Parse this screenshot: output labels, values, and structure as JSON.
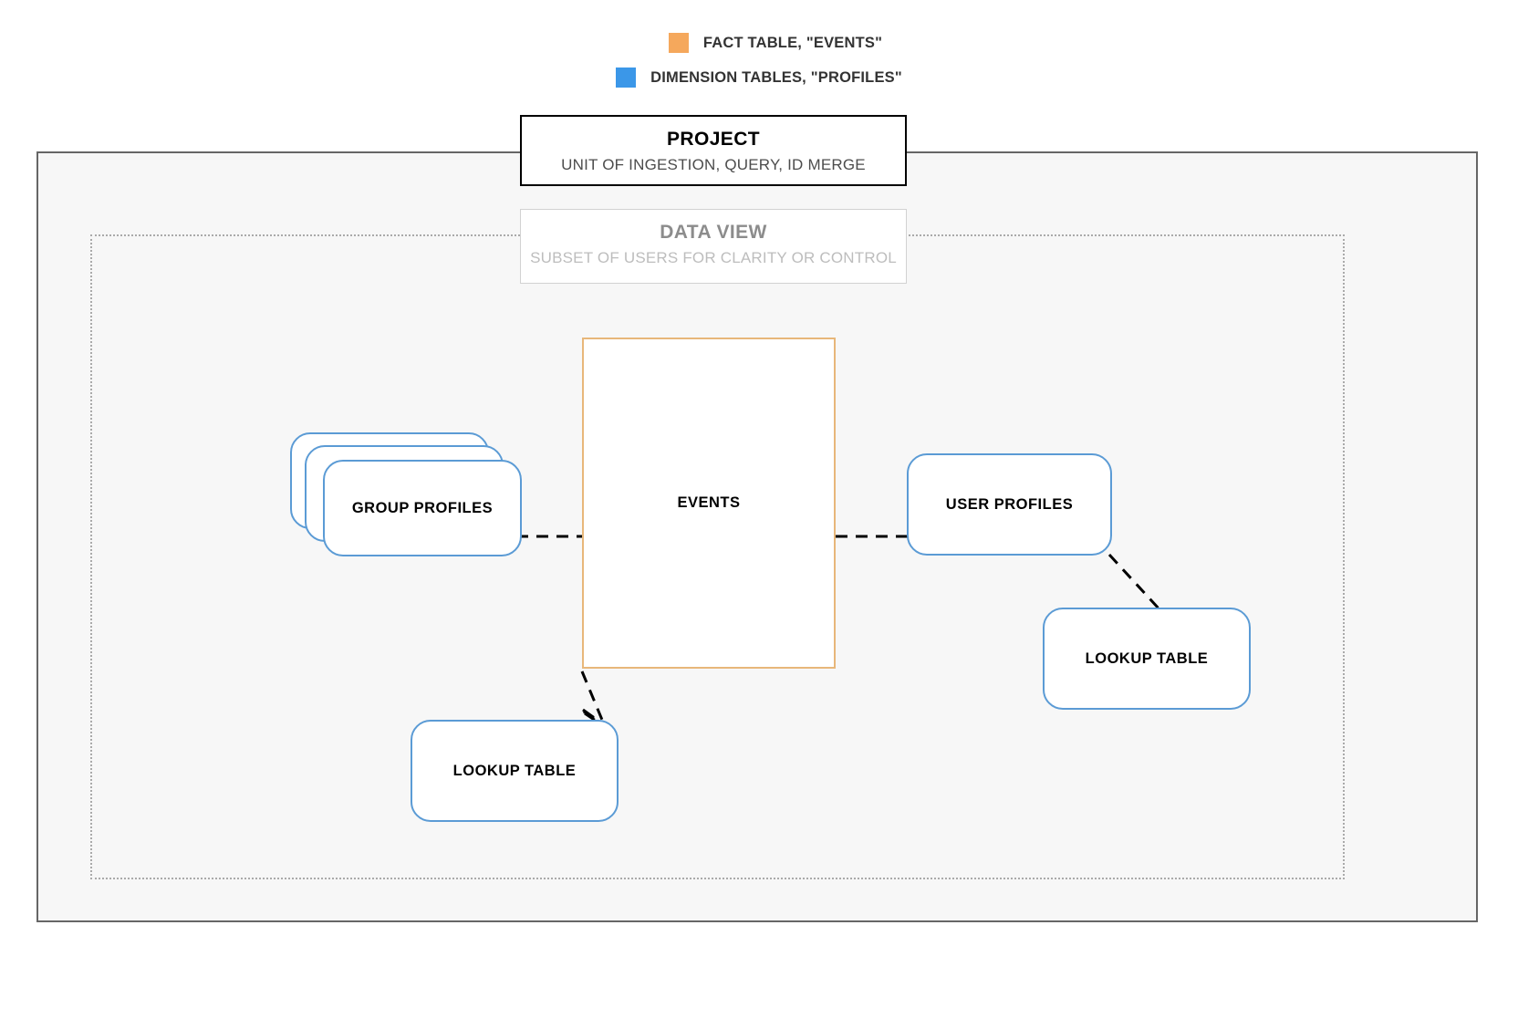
{
  "legend": {
    "items": [
      {
        "label": "FACT TABLE, \"EVENTS\"",
        "color": "#f5a85c",
        "swatch_name": "fact-table-swatch"
      },
      {
        "label": "DIMENSION TABLES, \"PROFILES\"",
        "color": "#3b97e8",
        "swatch_name": "dimension-tables-swatch"
      }
    ]
  },
  "project": {
    "title": "PROJECT",
    "subtitle": "UNIT OF INGESTION, QUERY, ID MERGE",
    "border_color": "#000000"
  },
  "data_view": {
    "title": "DATA VIEW",
    "subtitle": "SUBSET OF USERS FOR CLARITY OR CONTROL",
    "border_color": "#d2d2d2"
  },
  "nodes": {
    "events": {
      "label": "EVENTS",
      "type": "fact",
      "border_color": "#e8b77a"
    },
    "group_profiles": {
      "label": "GROUP PROFILES",
      "type": "dimension",
      "border_color": "#5b9bd5",
      "stacked": 3
    },
    "user_profiles": {
      "label": "USER PROFILES",
      "type": "dimension",
      "border_color": "#5b9bd5"
    },
    "lookup_table_left": {
      "label": "LOOKUP TABLE",
      "type": "dimension",
      "border_color": "#5b9bd5"
    },
    "lookup_table_right": {
      "label": "LOOKUP TABLE",
      "type": "dimension",
      "border_color": "#5b9bd5"
    }
  },
  "connectors": [
    {
      "name": "group-profiles-to-events",
      "style": "dashed",
      "color": "#000000"
    },
    {
      "name": "events-to-user-profiles",
      "style": "dashed",
      "color": "#000000"
    },
    {
      "name": "events-to-lookup-table-left",
      "style": "dashed",
      "color": "#000000"
    },
    {
      "name": "user-profiles-to-lookup-table-right",
      "style": "dashed",
      "color": "#000000"
    }
  ]
}
